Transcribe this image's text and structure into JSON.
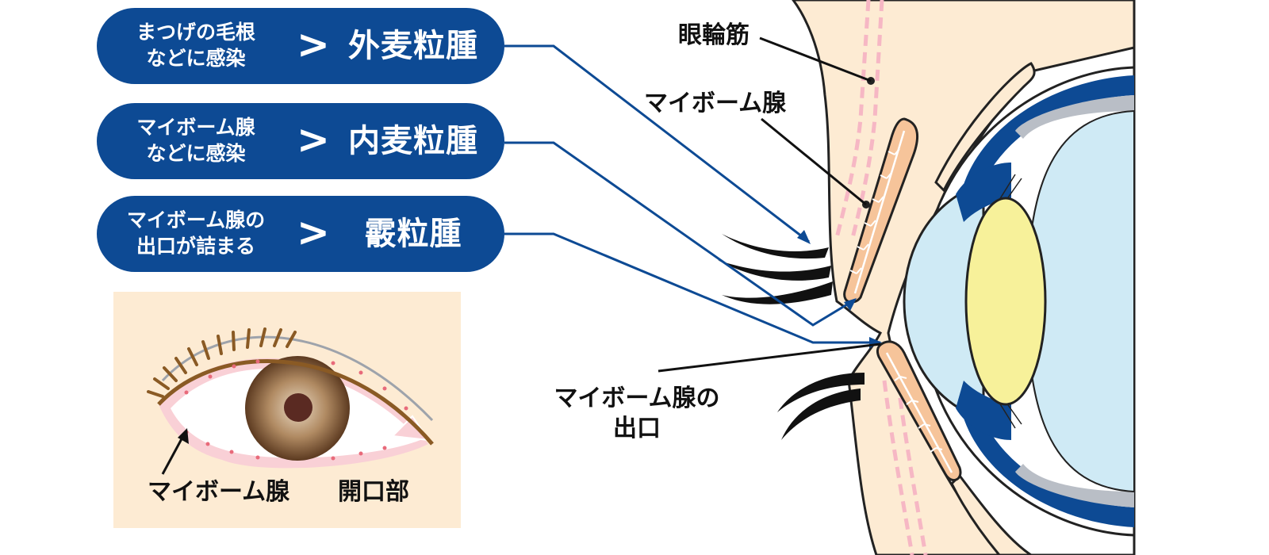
{
  "pills": [
    {
      "cause": "まつげの毛根\nなどに感染",
      "arrow": ">",
      "result": "外麦粒腫"
    },
    {
      "cause": "マイボーム腺\nなどに感染",
      "arrow": ">",
      "result": "内麦粒腫"
    },
    {
      "cause": "マイボーム腺の\n出口が詰まる",
      "arrow": ">",
      "result": "霰粒腫"
    }
  ],
  "labels": {
    "muscle": "眼輪筋",
    "gland": "マイボーム腺",
    "gland_exit": "マイボーム腺の\n出口",
    "inset_gland": "マイボーム腺",
    "inset_opening": "開口部"
  },
  "colors": {
    "navy": "#0d4a94",
    "skin": "#fdebd3",
    "gland_orange": "#f6c49a",
    "muscle_pink": "#f6b7c4",
    "lens_yellow": "#f7f19a",
    "eye_blue": "#cfeaf5"
  }
}
